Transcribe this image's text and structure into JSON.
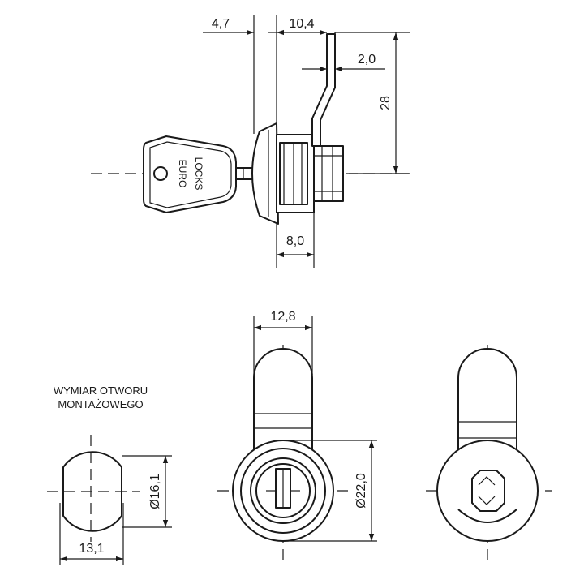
{
  "side_view": {
    "key_brand_line1": "EURO",
    "key_brand_line2": "LOCKS",
    "dim_key_offset": "4,7",
    "dim_body_to_cam": "10,4",
    "dim_cam_thickness": "2,0",
    "dim_cam_height": "28",
    "dim_threaded_length": "8,0"
  },
  "front_view": {
    "dim_cam_width": "12,8",
    "dim_flange_diameter": "Ø22,0"
  },
  "mounting_hole": {
    "caption_line1": "WYMIAR OTWORU",
    "caption_line2": "MONTAŻOWEGO",
    "dim_hole_height": "Ø16,1",
    "dim_hole_width": "13,1"
  }
}
